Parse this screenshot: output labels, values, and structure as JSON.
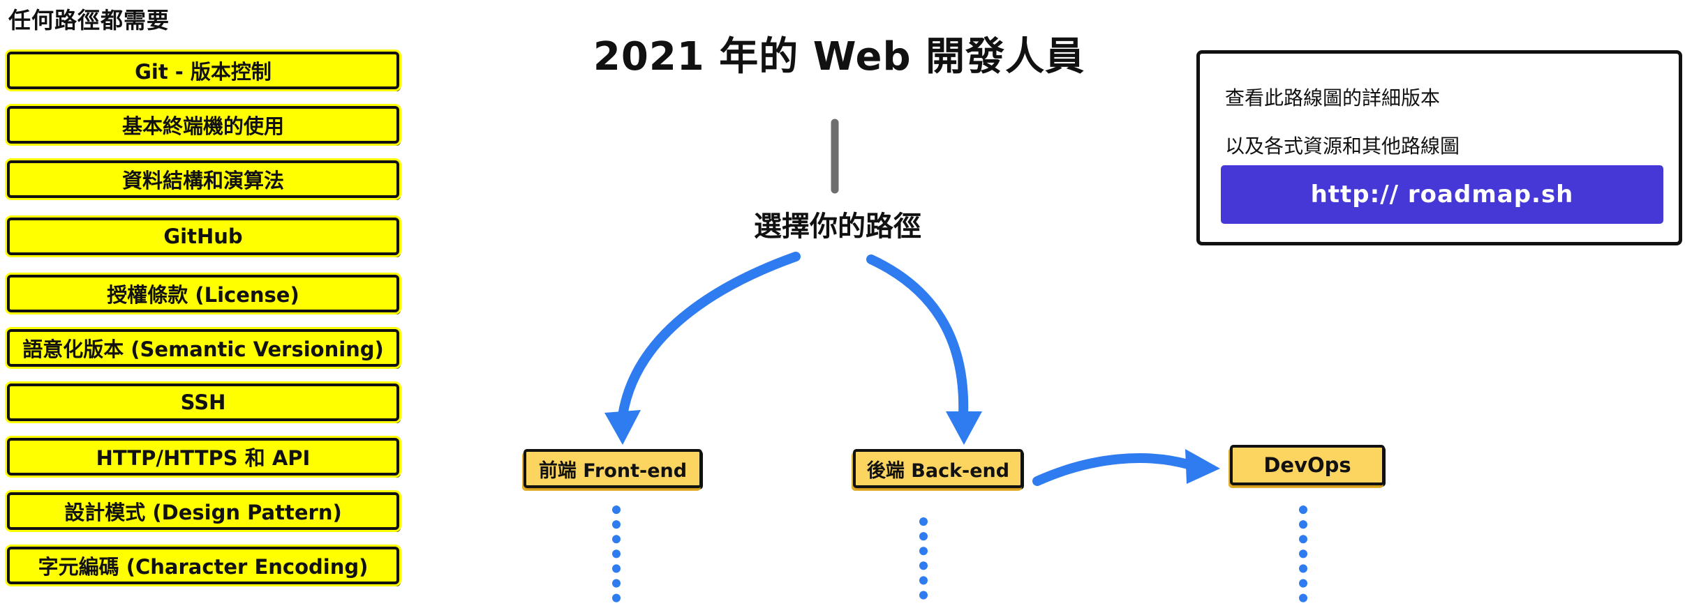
{
  "left_column": {
    "heading": "任何路徑都需要",
    "skills": [
      "Git - 版本控制",
      "基本終端機的使用",
      "資料結構和演算法",
      "GitHub",
      "授權條款 (License)",
      "語意化版本 (Semantic Versioning)",
      "SSH",
      "HTTP/HTTPS 和 API",
      "設計模式 (Design Pattern)",
      "字元編碼 (Character Encoding)"
    ]
  },
  "center": {
    "title": "2021 年的 Web 開發人員",
    "choose_label": "選擇你的路徑",
    "paths": [
      {
        "id": "frontend",
        "label": "前端 Front-end"
      },
      {
        "id": "backend",
        "label": "後端 Back-end"
      },
      {
        "id": "devops",
        "label": "DevOps"
      }
    ]
  },
  "info_box": {
    "line1": "查看此路線圖的詳細版本",
    "line2": "以及各式資源和其他路線圖",
    "button_label": "http:// roadmap.sh"
  },
  "colors": {
    "yellow": "#FFFF00",
    "amber": "#FBD55F",
    "blue": "#2E7CF0",
    "indigo": "#4638D6",
    "ink": "#111111",
    "gray": "#6E6E6E"
  }
}
